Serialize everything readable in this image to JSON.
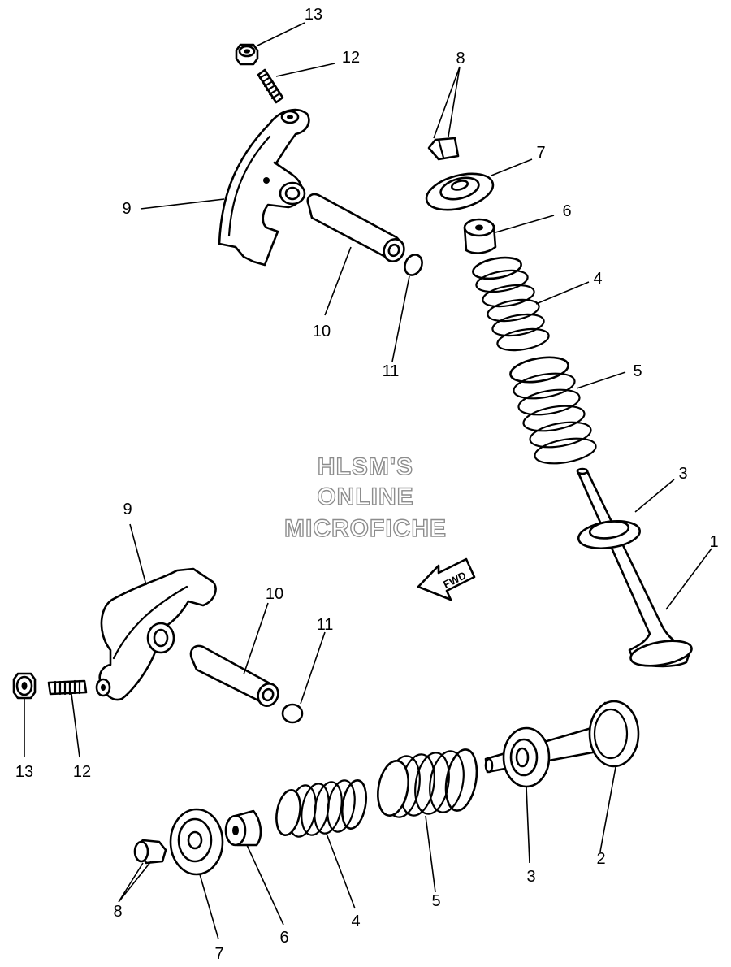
{
  "watermark": {
    "line1": "HLSM'S",
    "line2": "ONLINE",
    "line3": "MICROFICHE"
  },
  "arrow_label": "FWD",
  "callouts": {
    "top": {
      "n1": "1",
      "n3": "3",
      "n4": "4",
      "n5": "5",
      "n6": "6",
      "n7": "7",
      "n8": "8",
      "n9": "9",
      "n10": "10",
      "n11": "11",
      "n12": "12",
      "n13": "13"
    },
    "bottom": {
      "n2": "2",
      "n3": "3",
      "n4": "4",
      "n5": "5",
      "n6": "6",
      "n7": "7",
      "n8": "8",
      "n9": "9",
      "n10": "10",
      "n11": "11",
      "n12": "12",
      "n13": "13"
    }
  }
}
